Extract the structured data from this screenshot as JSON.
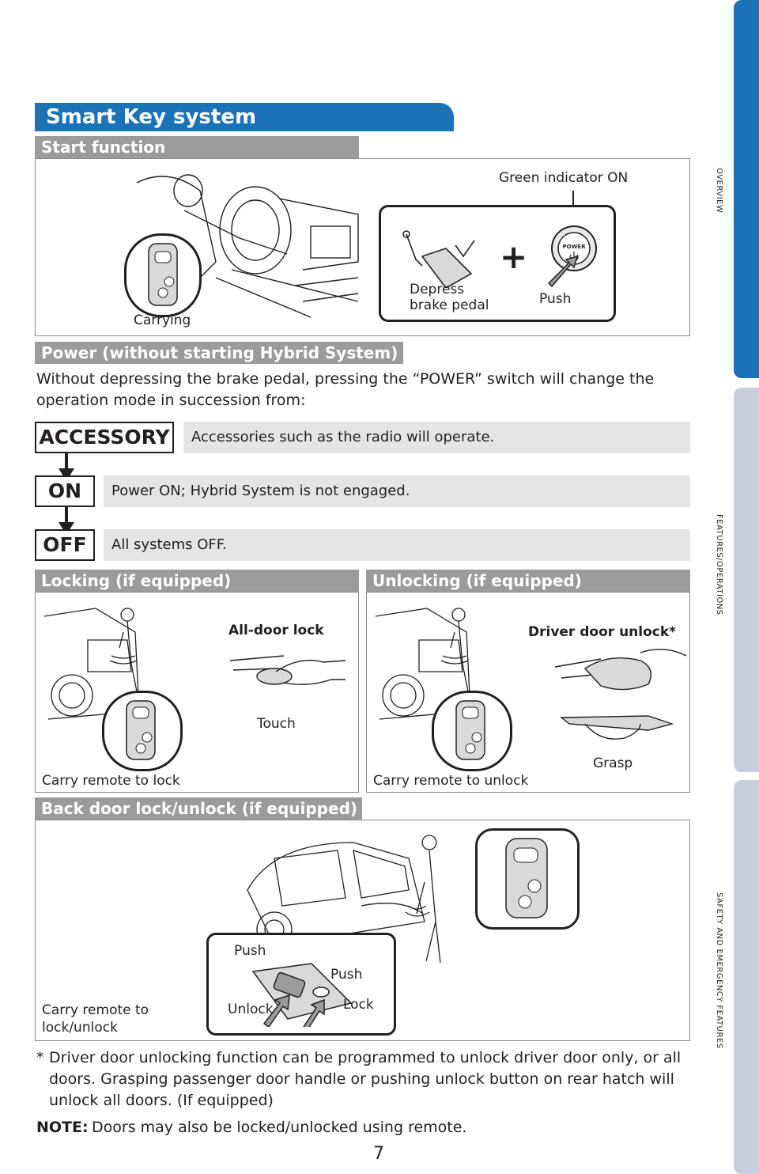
{
  "side_tabs": [
    "OVERVIEW",
    "FEATURES/OPERATIONS",
    "SAFETY AND EMERGENCY FEATURES"
  ],
  "title": "Smart Key system",
  "start": {
    "header": "Start function",
    "green_indicator": "Green indicator ON",
    "depress": "Depress",
    "brake_pedal": "brake pedal",
    "push": "Push",
    "carrying": "Carrying",
    "power_label": "POWER"
  },
  "power": {
    "header": "Power (without starting Hybrid System)",
    "intro": "Without depressing the brake pedal, pressing the “POWER” switch will change the operation mode in succession from:",
    "modes": [
      {
        "name": "ACCESSORY",
        "desc": "Accessories such as the radio will operate."
      },
      {
        "name": "ON",
        "desc": "Power ON; Hybrid System is not engaged."
      },
      {
        "name": "OFF",
        "desc": "All systems OFF."
      }
    ]
  },
  "locking": {
    "header": "Locking (if equipped)",
    "caption": "All-door lock",
    "touch": "Touch",
    "carry": "Carry remote to lock"
  },
  "unlocking": {
    "header": "Unlocking  (if equipped)",
    "caption": "Driver door unlock*",
    "grasp": "Grasp",
    "carry": "Carry remote to unlock"
  },
  "backdoor": {
    "header": "Back door lock/unlock (if equipped)",
    "carry_line1": "Carry remote to",
    "carry_line2": "lock/unlock",
    "push1": "Push",
    "push2": "Push",
    "unlock": "Unlock",
    "lock": "Lock"
  },
  "footnote": {
    "star": "*",
    "text": "Driver door unlocking function can be programmed to unlock driver door only, or all doors. Grasping passenger door handle or pushing unlock button on rear hatch will unlock all doors. (If equipped)",
    "note_label": "NOTE:",
    "note_text": "Doors may also be locked/unlocked using remote."
  },
  "page_number": "7",
  "colors": {
    "accent": "#1a73b7",
    "section_gray": "#9a9b9d",
    "tab_inactive": "#c9cde0",
    "mode_bg": "#e4e5e6"
  }
}
